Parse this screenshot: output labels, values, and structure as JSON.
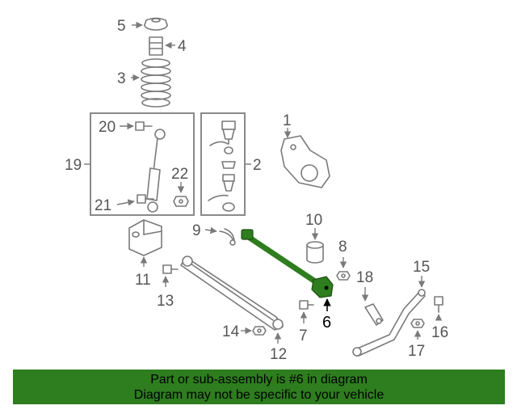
{
  "diagram": {
    "highlight_color": "#2e7d1f",
    "callouts": {
      "c1": "1",
      "c2": "2",
      "c3": "3",
      "c4": "4",
      "c5": "5",
      "c6": "6",
      "c7": "7",
      "c8": "8",
      "c9": "9",
      "c10": "10",
      "c11": "11",
      "c12": "12",
      "c13": "13",
      "c14": "14",
      "c15": "15",
      "c16": "16",
      "c17": "17",
      "c18": "18",
      "c19": "19",
      "c20": "20",
      "c21": "21",
      "c22": "22"
    }
  },
  "banner": {
    "background": "#2e7d1f",
    "line1": "Part or sub-assembly is #6 in diagram",
    "line2": "Diagram may not be specific to your vehicle"
  }
}
